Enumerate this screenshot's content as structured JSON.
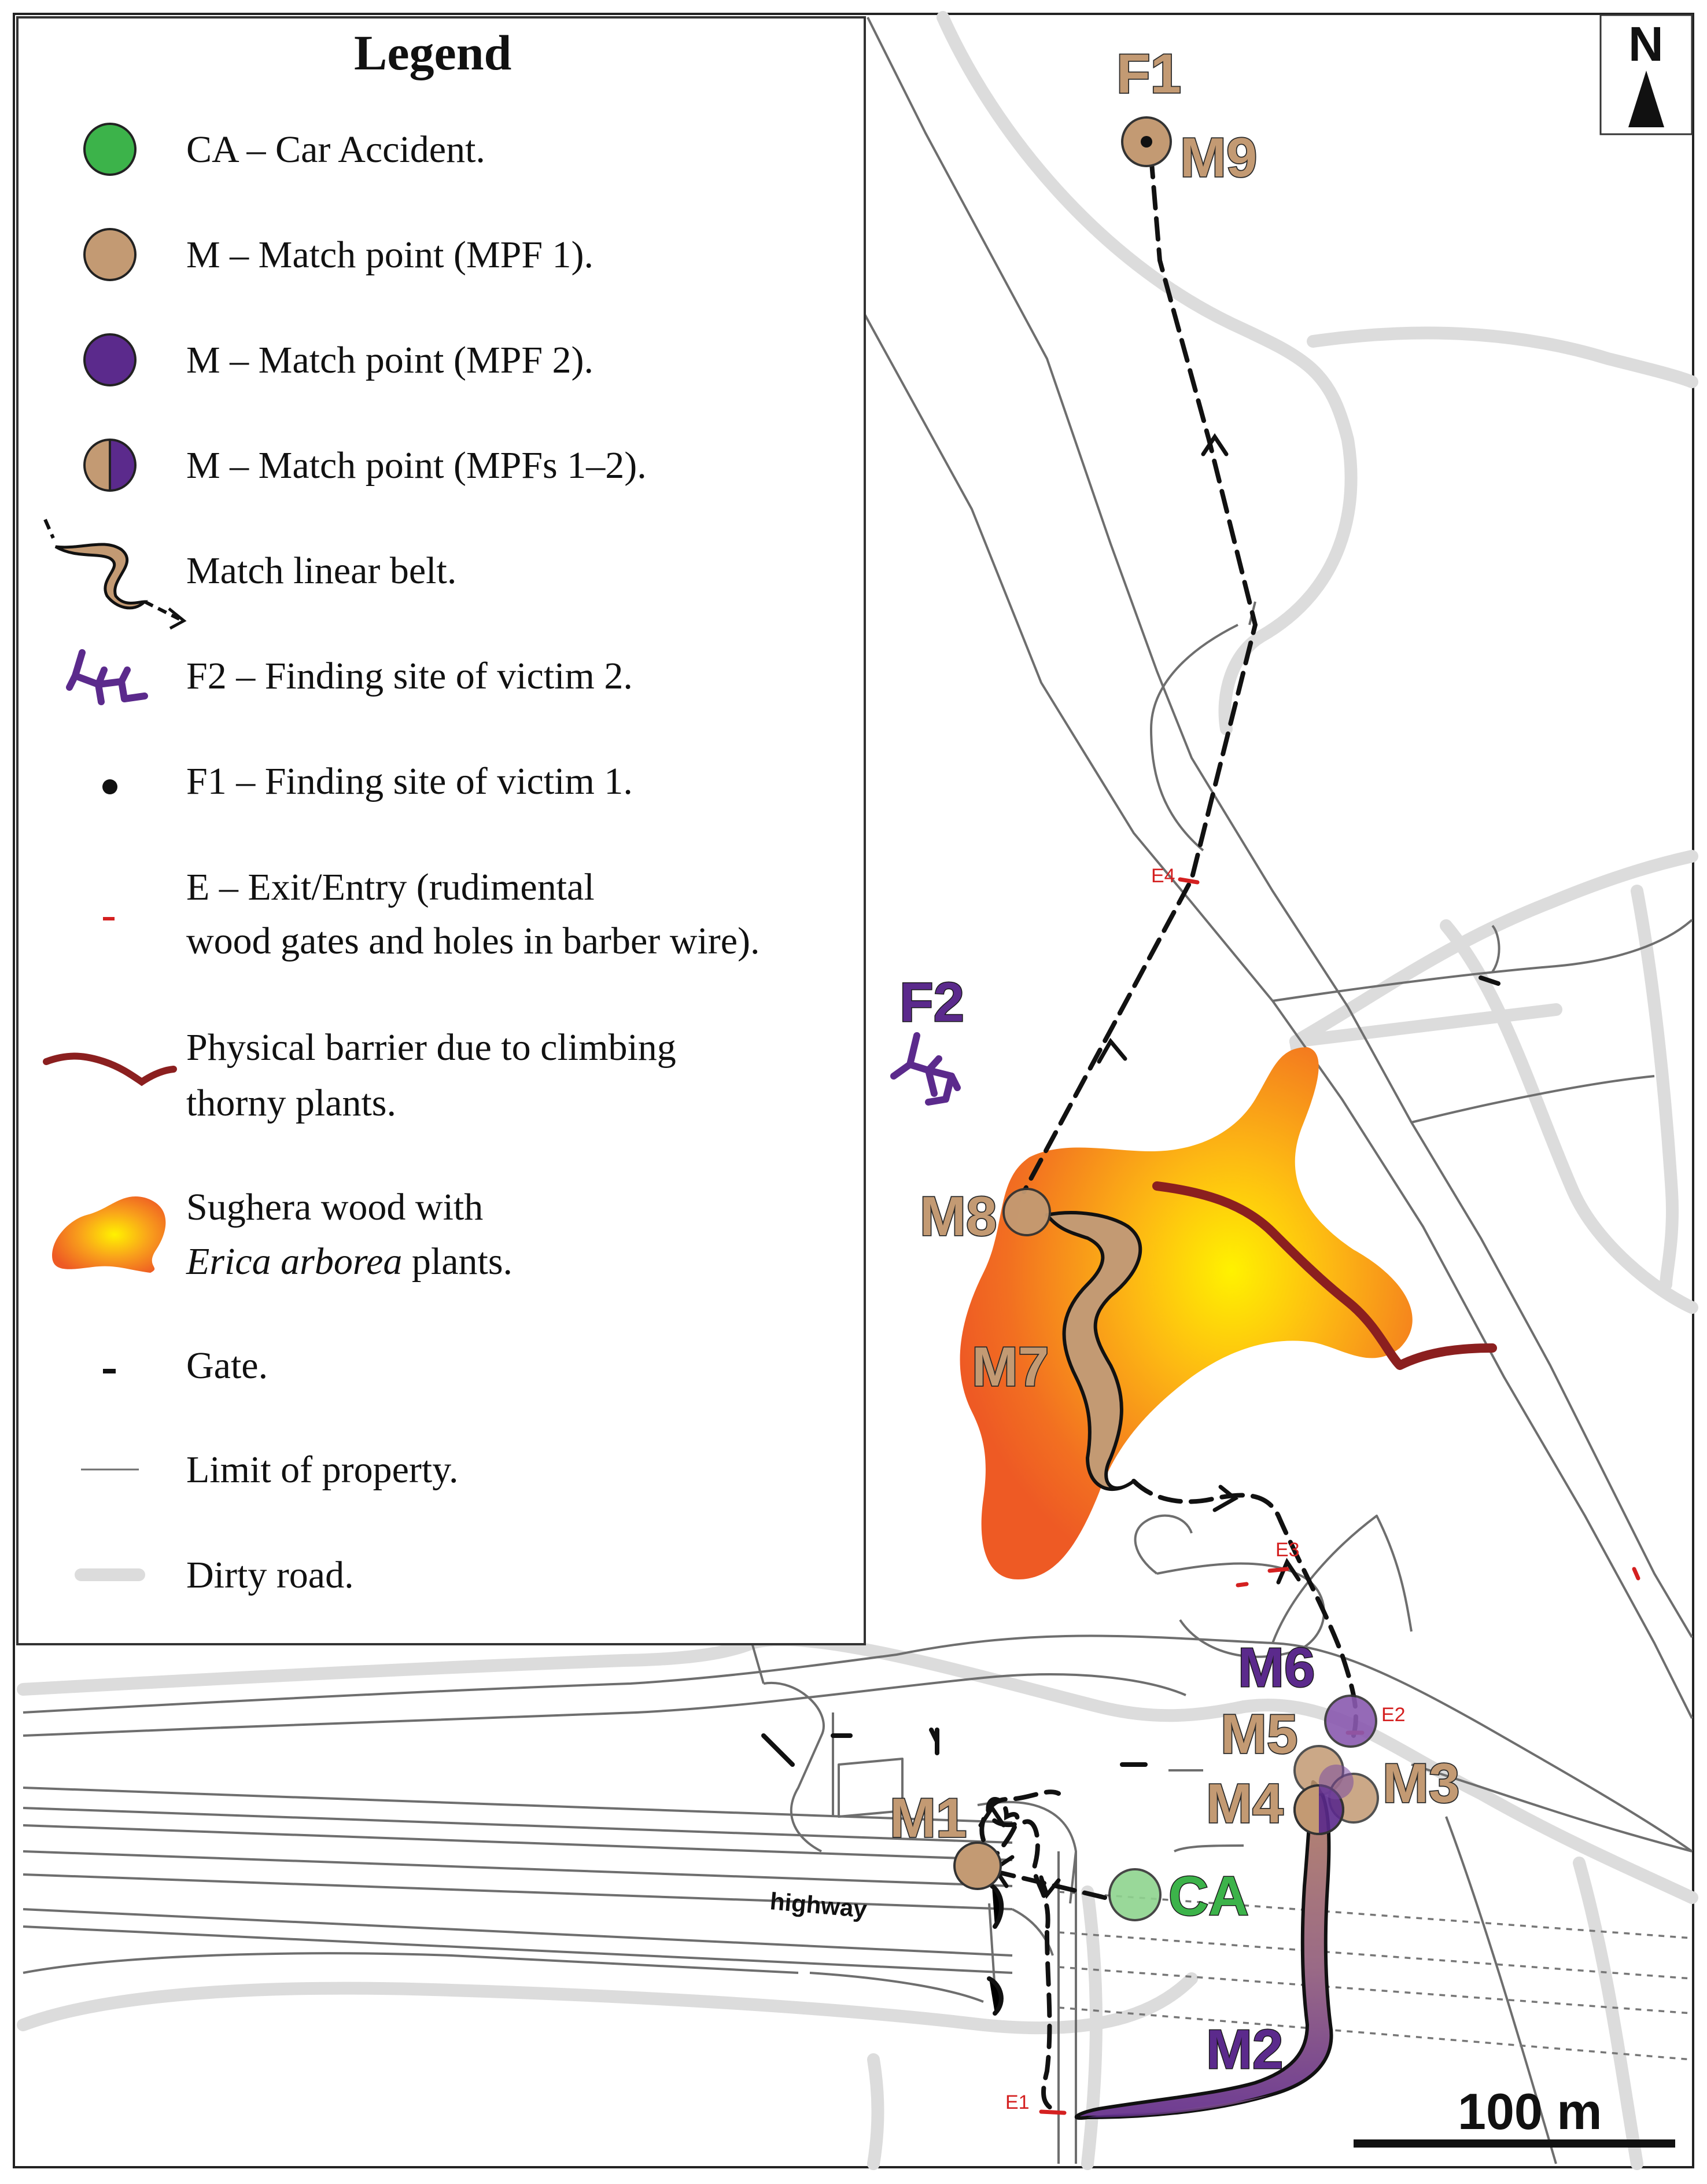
{
  "legend": {
    "title": "Legend",
    "items": [
      {
        "key": "ca",
        "text": "CA – Car Accident."
      },
      {
        "key": "mpf1",
        "text": "M – Match point (MPF 1)."
      },
      {
        "key": "mpf2",
        "text": "M – Match point (MPF 2)."
      },
      {
        "key": "mpf12",
        "text": "M –  Match point (MPFs 1–2)."
      },
      {
        "key": "belt",
        "text": "Match linear belt."
      },
      {
        "key": "f2",
        "text": "F2 – Finding site of victim 2."
      },
      {
        "key": "f1",
        "text": "F1 – Finding site of  victim 1."
      },
      {
        "key": "exit",
        "text": "E – Exit/Entry (rudimental",
        "text2": "wood gates and holes in barber wire)."
      },
      {
        "key": "barrier",
        "text": "Physical barrier  due to climbing",
        "text2": "thorny plants."
      },
      {
        "key": "wood",
        "text": "Sughera wood with",
        "text2_italic": "Erica arborea",
        "text2_rest": " plants."
      },
      {
        "key": "gate",
        "text": "Gate."
      },
      {
        "key": "limit",
        "text": "Limit of property."
      },
      {
        "key": "dirt",
        "text": "Dirty road."
      }
    ]
  },
  "labels": {
    "F1": "F1",
    "F2": "F2",
    "M1": "M1",
    "M2": "M2",
    "M3": "M3",
    "M4": "M4",
    "M5": "M5",
    "M6": "M6",
    "M7": "M7",
    "M8": "M8",
    "M9": "M9",
    "CA": "CA",
    "E1": "E1",
    "E2": "E2",
    "E3": "E3",
    "E4": "E4",
    "highway": "highway"
  },
  "north": "N",
  "scale": "100 m",
  "colors": {
    "mpf1": "#c39a73",
    "mpf2": "#5b2a8c",
    "ca": "#3cb34a",
    "exit": "#d42020",
    "barrier": "#8b1f1f",
    "wood_outer": "#ee5a24",
    "wood_inner": "#ffe600",
    "road": "#dcdcdc",
    "limit": "#6e6e6e"
  },
  "icons": [
    "north-arrow-icon",
    "victim-figure-icon",
    "scale-bar-icon"
  ]
}
